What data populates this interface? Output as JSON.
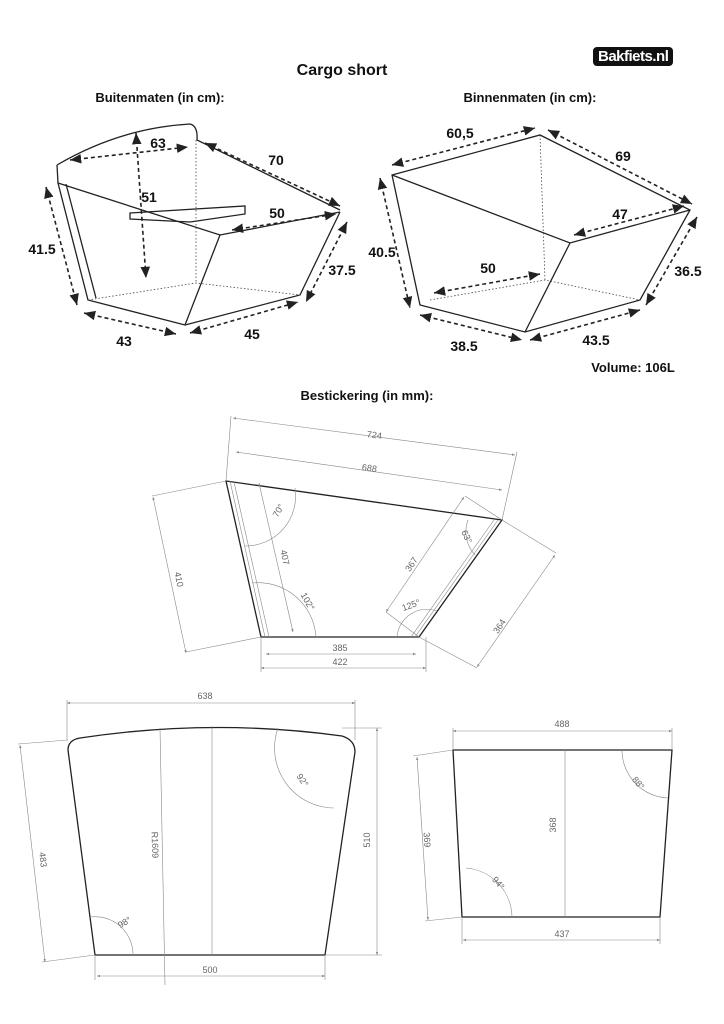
{
  "title": "Cargo short",
  "logo": "Bakfiets.nl",
  "outer": {
    "heading": "Buitenmaten (in cm):",
    "dims": {
      "top_back": "63",
      "side_top": "70",
      "height_inner": "51",
      "seat": "50",
      "left_height": "41.5",
      "right_height": "37.5",
      "bottom_left": "43",
      "bottom_right": "45"
    }
  },
  "inner": {
    "heading": "Binnenmaten (in cm):",
    "dims": {
      "top_back": "60,5",
      "side_top": "69",
      "front_top": "47",
      "bottom_width": "50",
      "left_height": "40.5",
      "right_height": "36.5",
      "bottom_left": "38.5",
      "bottom_right": "43.5"
    },
    "volume": "Volume: 106L"
  },
  "stickers": {
    "heading": "Bestickering (in mm):",
    "side": {
      "total": "724",
      "top": "688",
      "left_outer": "410",
      "left_inner": "407",
      "angle_top_left": "70°",
      "angle_bottom_left": "102°",
      "right_inner": "367",
      "right_outer": "364",
      "angle_top_right": "63°",
      "angle_bottom_right": "125°",
      "bottom_inner": "385",
      "bottom_outer": "422"
    },
    "back": {
      "top": "638",
      "left": "483",
      "radius": "R1609",
      "angle_top": "92°",
      "height": "510",
      "angle_bottom": "98°",
      "bottom": "500"
    },
    "front": {
      "top": "488",
      "left": "369",
      "height": "368",
      "angle_top": "88°",
      "angle_bottom": "94°",
      "bottom": "437"
    }
  }
}
